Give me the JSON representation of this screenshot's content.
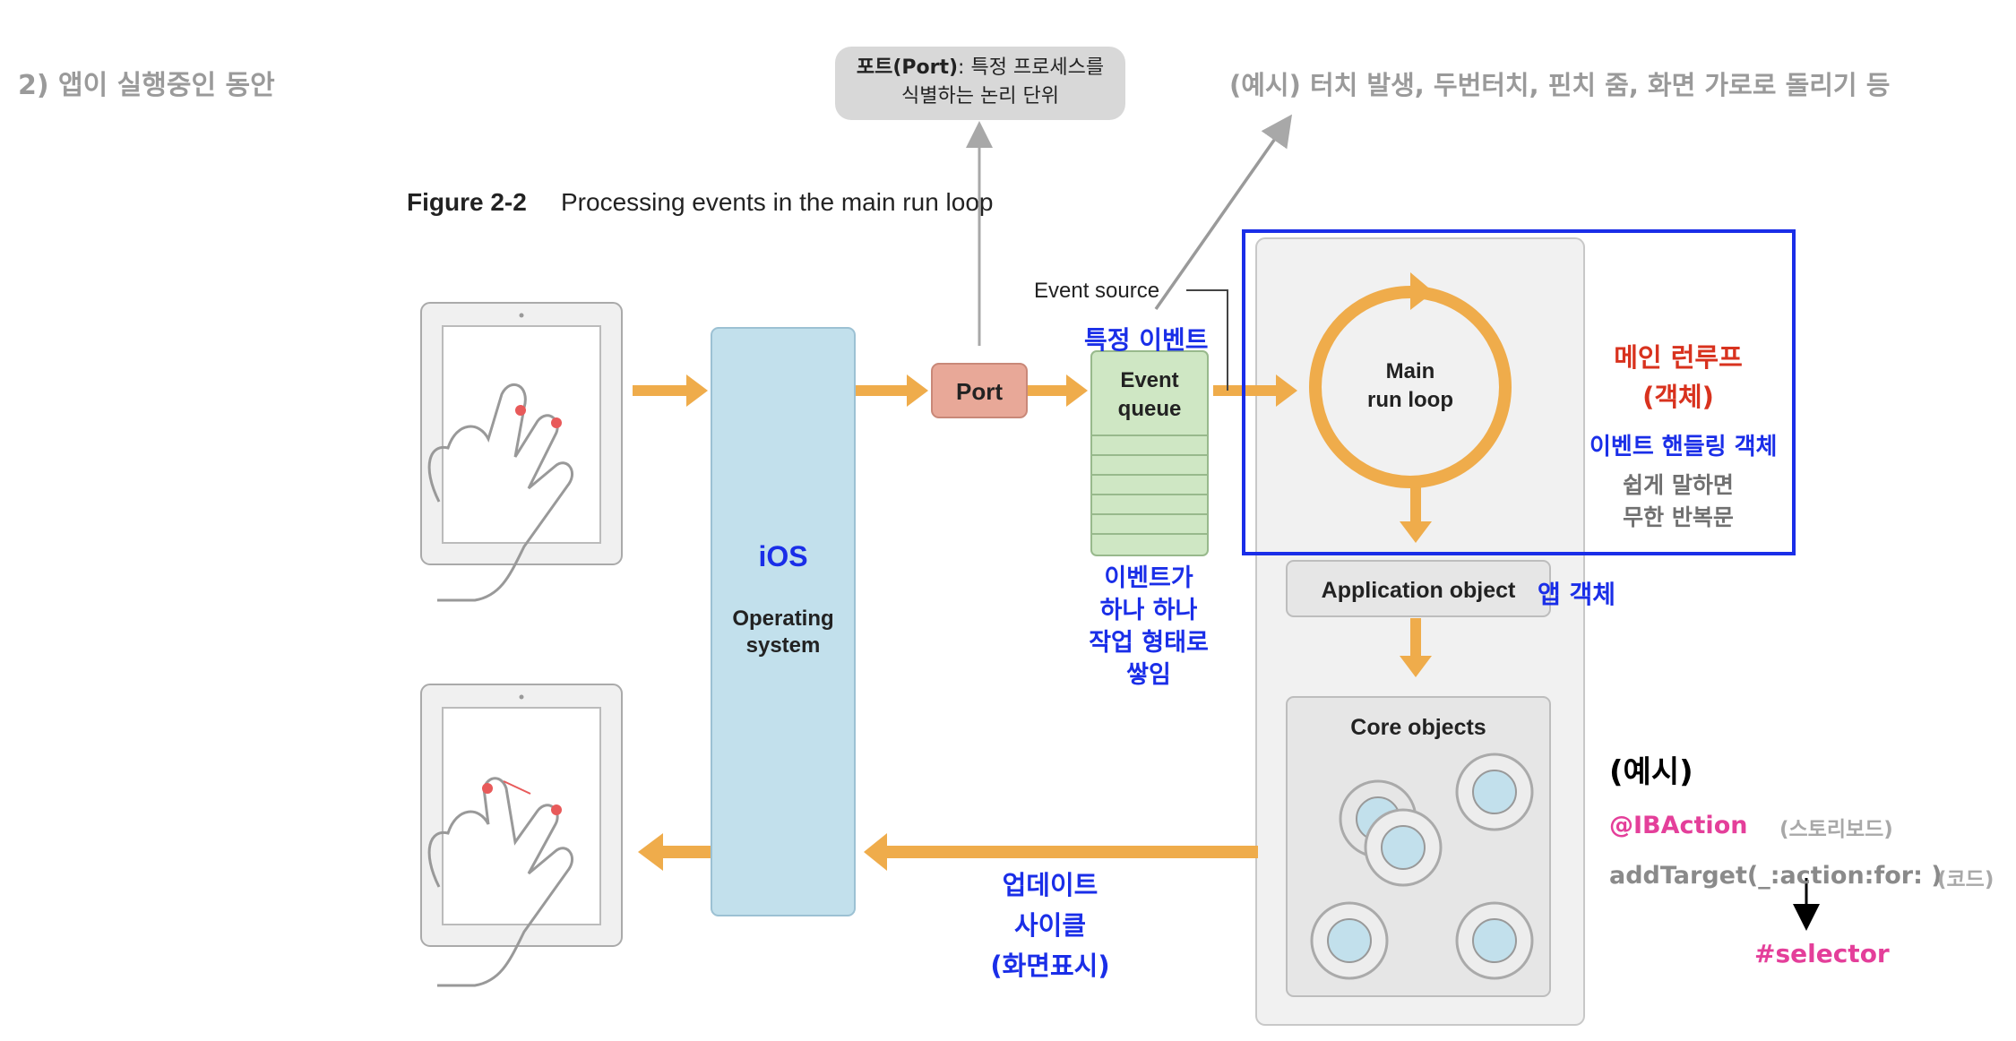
{
  "heading": "2) 앱이 실행중인 동안",
  "port_tooltip": {
    "bold": "포트(Port)",
    "rest": ": 특정 프로세스를",
    "line2": "식별하는 논리 단위"
  },
  "example_top": "(예시) 터치 발생, 두번터치, 핀치 줌, 화면 가로로 돌리기 등",
  "figure": {
    "label": "Figure 2-2",
    "caption": "Processing events in the main run loop",
    "ios_label": "iOS",
    "os_line1": "Operating",
    "os_line2": "system",
    "port": "Port",
    "event_source": "Event source",
    "event_queue_line1": "Event",
    "event_queue_line2": "queue",
    "main_run_loop_line1": "Main",
    "main_run_loop_line2": "run loop",
    "application_object": "Application object",
    "core_objects": "Core objects"
  },
  "annotations": {
    "specific_event": "특정 이벤트",
    "queue_note": [
      "이벤트가",
      "하나 하나",
      "작업 형태로",
      "쌓임"
    ],
    "main_runloop_title": "메인 런루프",
    "main_runloop_sub": "(객체)",
    "event_handling": "이벤트 핸들링 객체",
    "simply_put": [
      "쉽게 말하면",
      "무한 반복문"
    ],
    "app_object": "앱 객체",
    "update_cycle": [
      "업데이트",
      "사이클",
      "(화면표시)"
    ],
    "example_label": "(예시)",
    "ibaction": "@IBAction",
    "storyboard": "(스토리보드)",
    "add_target": "addTarget(_:action:for: )",
    "code": "(코드)",
    "selector": "#selector"
  },
  "colors": {
    "arrow_orange": "#efac4b",
    "ios_blue": "#c2e0ec",
    "port_red": "#e8a898",
    "queue_green": "#cfe7c4",
    "highlight_box": "#1a2ee8",
    "annotation_blue": "#1a2ee8",
    "annotation_red": "#d8321e",
    "annotation_pink": "#e43f9a"
  }
}
